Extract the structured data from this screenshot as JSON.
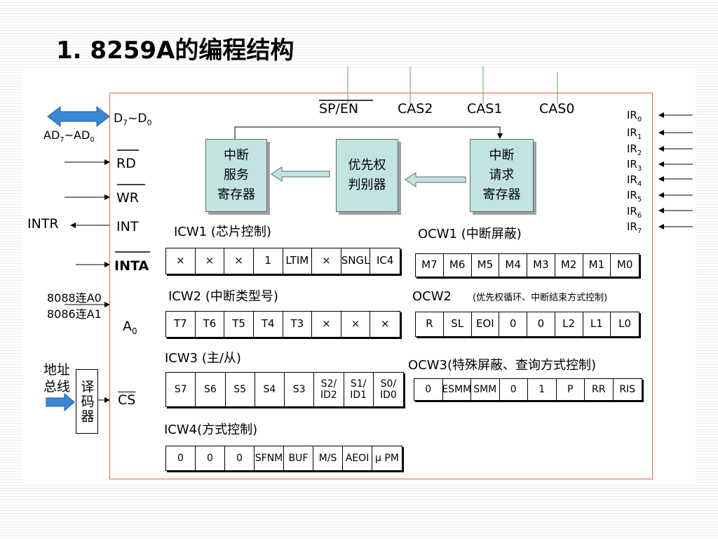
{
  "title": "1. 8259A的编程结构",
  "top_pins": [
    "SP/EN",
    "CAS2",
    "CAS1",
    "CAS0"
  ],
  "registers": {
    "isr": "中断\n服务\n寄存器",
    "pr": "优先权\n判别器",
    "irr": "中断\n请求\n寄存器"
  },
  "left_pins": {
    "data": "D7~D0",
    "data_bus": "AD7~AD0",
    "rd": "RD",
    "wr": "WR",
    "int": "INT",
    "intr": "INTR",
    "inta": "INTA",
    "a0": "A0",
    "a0_8088": "8088连A0",
    "a0_8086": "8086连A1",
    "cs": "CS",
    "addr_bus": "地址\n总线",
    "decoder": "译码器"
  },
  "ir_inputs": [
    "0",
    "1",
    "2",
    "3",
    "4",
    "5",
    "6",
    "7"
  ],
  "ir_prefix": "IR",
  "icw": [
    {
      "title": "ICW1 (芯片控制)",
      "cells": [
        "×",
        "×",
        "×",
        "1",
        "LTIM",
        "×",
        "SNGL",
        "IC4"
      ]
    },
    {
      "title": "ICW2 (中断类型号)",
      "cells": [
        "T7",
        "T6",
        "T5",
        "T4",
        "T3",
        "×",
        "×",
        "×"
      ]
    },
    {
      "title": "ICW3 (主/从)",
      "cells": [
        "S7",
        "S6",
        "S5",
        "S4",
        "S3",
        "S2/\nID2",
        "S1/\nID1",
        "S0/\nID0"
      ]
    },
    {
      "title": "ICW4(方式控制)",
      "cells": [
        "0",
        "0",
        "0",
        "SFNM",
        "BUF",
        "M/S",
        "AEOI",
        "μ PM"
      ]
    }
  ],
  "ocw": [
    {
      "title": "OCW1 (中断屏蔽)",
      "cells": [
        "M7",
        "M6",
        "M5",
        "M4",
        "M3",
        "M2",
        "M1",
        "M0"
      ]
    },
    {
      "title": "OCW2",
      "subtitle": "(优先权循环、中断结束方式控制)",
      "cells": [
        "R",
        "SL",
        "EOI",
        "0",
        "0",
        "L2",
        "L1",
        "L0"
      ]
    },
    {
      "title": "OCW3(特殊屏蔽、查询方式控制)",
      "cells": [
        "0",
        "ESMM",
        "SMM",
        "0",
        "1",
        "P",
        "RR",
        "RIS"
      ]
    }
  ],
  "colors": {
    "chip_border": "#e8603c",
    "register_fill": "#c3e3e3",
    "bus_arrow": "#3a87d8"
  }
}
